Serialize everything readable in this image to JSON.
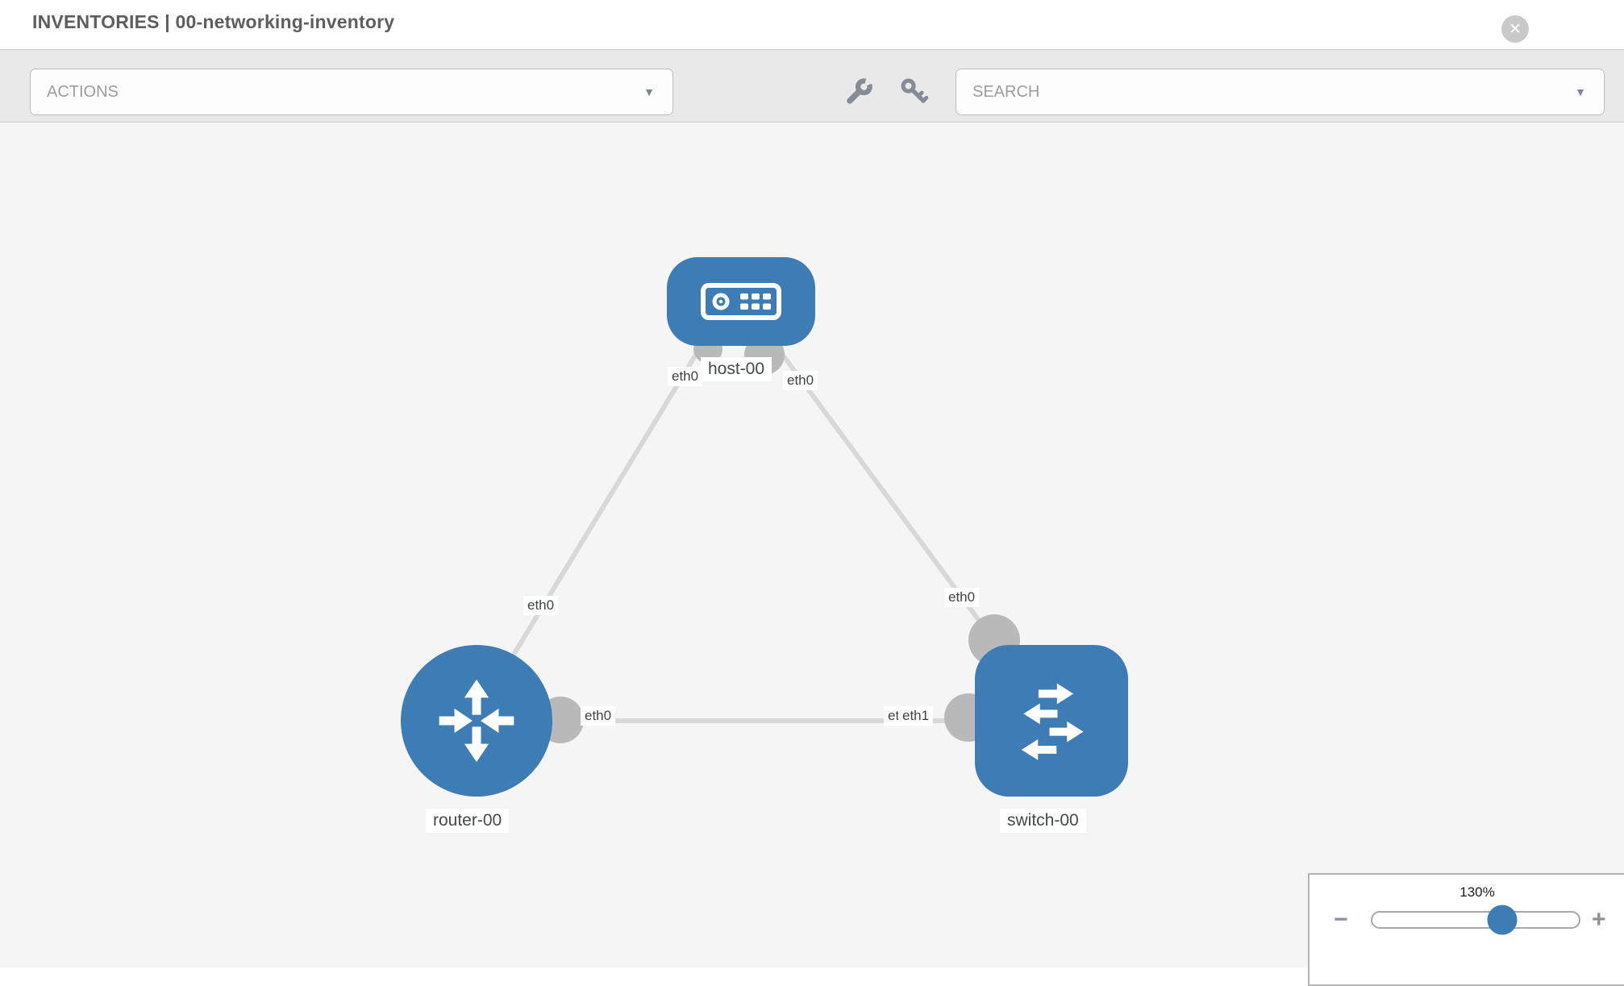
{
  "header": {
    "title": "INVENTORIES | 00-networking-inventory",
    "close_glyph": "✕"
  },
  "toolbar": {
    "actions_label": "ACTIONS",
    "search_placeholder": "SEARCH",
    "chevron_glyph": "▼",
    "icons": [
      "wrench-icon",
      "key-icon"
    ]
  },
  "topology": {
    "nodes": [
      {
        "label": "host-00",
        "type": "host",
        "icon": "server-icon"
      },
      {
        "label": "router-00",
        "type": "router",
        "icon": "router-arrows-icon"
      },
      {
        "label": "switch-00",
        "type": "switch",
        "icon": "switch-arrows-icon"
      }
    ],
    "links": [
      {
        "from": "host-00",
        "to": "router-00",
        "from_iface": "eth0",
        "to_iface": "eth0"
      },
      {
        "from": "host-00",
        "to": "switch-00",
        "from_iface": "eth0",
        "to_iface": "eth0"
      },
      {
        "from": "router-00",
        "to": "switch-00",
        "from_iface": "eth0",
        "to_iface": "eth1",
        "to_iface_behind": "eth0"
      }
    ]
  },
  "zoom_control": {
    "percent": "130%",
    "minus_glyph": "−",
    "plus_glyph": "+",
    "value_fraction": 0.63
  },
  "colors": {
    "node_blue": "#3d7cb5",
    "link_gray": "#d8d8d8",
    "port_gray": "#b9b9b9",
    "canvas_bg": "#f5f5f6",
    "toolbar_bg": "#e9e9e9",
    "close_gray": "#c9c9c9",
    "icon_gray": "#868c96"
  }
}
